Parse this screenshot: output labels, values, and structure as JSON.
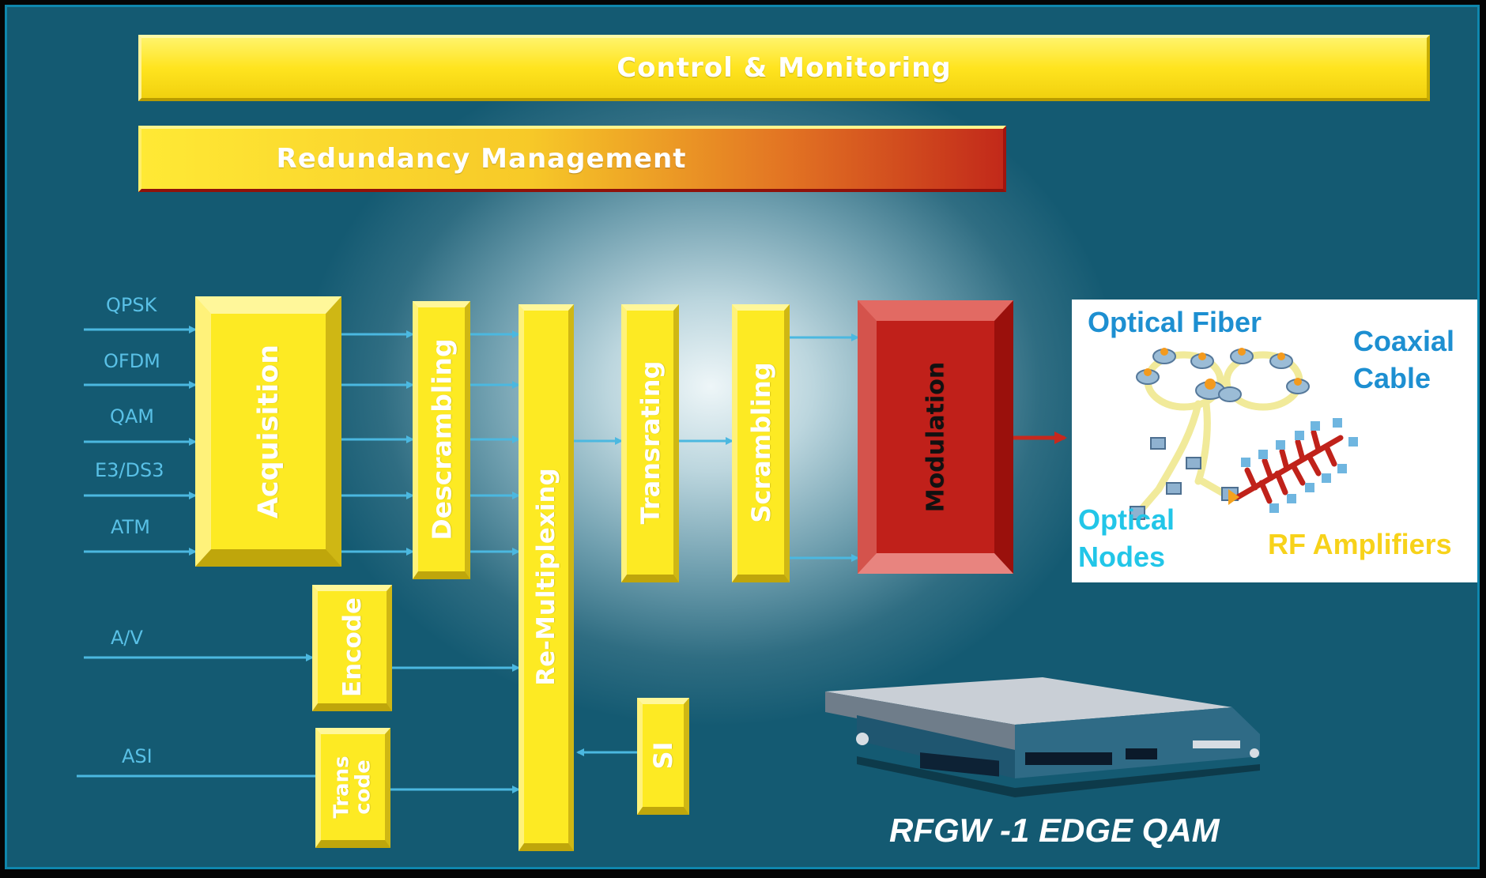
{
  "bars": {
    "control_monitoring": "Control & Monitoring",
    "redundancy_management": "Redundancy Management"
  },
  "inputs": [
    "QPSK",
    "OFDM",
    "QAM",
    "E3/DS3",
    "ATM",
    "A/V",
    "ASI"
  ],
  "blocks": {
    "acquisition": "Acquisition",
    "descrambling": "Descrambling",
    "re_multiplexing": "Re-Multiplexing",
    "transrating": "Transrating",
    "scrambling": "Scrambling",
    "modulation": "Modulation",
    "encode": "Encode",
    "transcode_line1": "Trans",
    "transcode_line2": "code",
    "si": "SI"
  },
  "network": {
    "optical_fiber": "Optical Fiber",
    "coaxial_cable_line1": "Coaxial",
    "coaxial_cable_line2": "Cable",
    "optical_nodes_line1": "Optical",
    "optical_nodes_line2": "Nodes",
    "rf_amplifiers": "RF Amplifiers"
  },
  "device": {
    "caption": "RFGW -1 EDGE QAM"
  },
  "colors": {
    "block_yellow": "#fdea23",
    "modulation_red": "#c0201a",
    "arrow_blue": "#4bb8e0",
    "label_blue": "#1d8fd1",
    "label_yellow": "#f7d21a"
  }
}
